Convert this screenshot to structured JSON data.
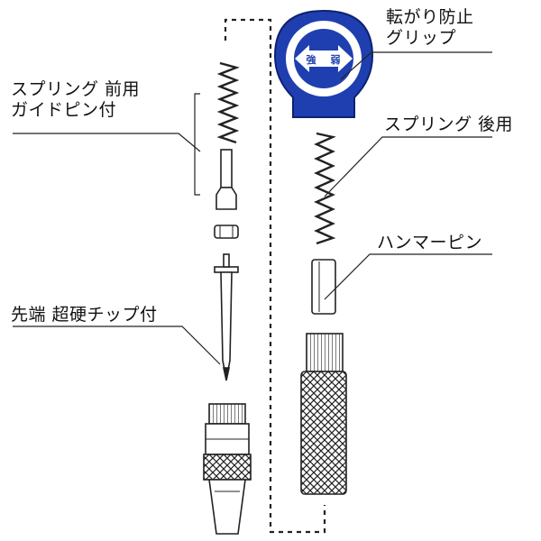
{
  "labels": {
    "grip": {
      "line1": "転がり防止",
      "line2": "グリップ"
    },
    "spring_front": {
      "line1": "スプリング 前用",
      "line2": "ガイドピン付"
    },
    "spring_rear": "スプリング 後用",
    "hammer_pin": "ハンマーピン",
    "tip": "先端 超硬チップ付"
  },
  "grip_badge": {
    "strong": "強",
    "weak": "弱"
  },
  "colors": {
    "grip_blue": "#1f3fb0",
    "line": "#222222"
  }
}
